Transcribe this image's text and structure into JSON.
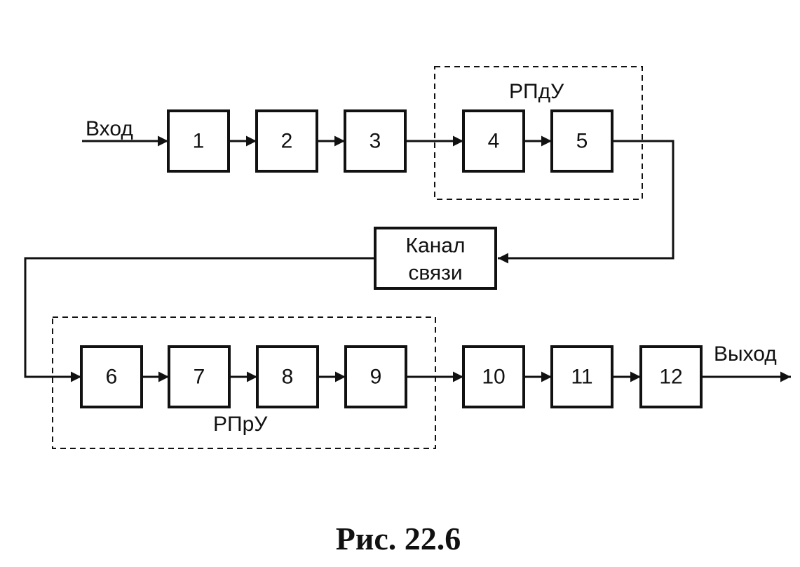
{
  "diagram": {
    "input_label": "Вход",
    "output_label": "Выход",
    "transmitter_label": "РПдУ",
    "receiver_label": "РПрУ",
    "channel": {
      "line1": "Канал",
      "line2": "связи"
    },
    "blocks": [
      "1",
      "2",
      "3",
      "4",
      "5",
      "6",
      "7",
      "8",
      "9",
      "10",
      "11",
      "12"
    ],
    "caption": "Рис. 22.6"
  },
  "colors": {
    "line": "#111111",
    "background": "#ffffff"
  }
}
